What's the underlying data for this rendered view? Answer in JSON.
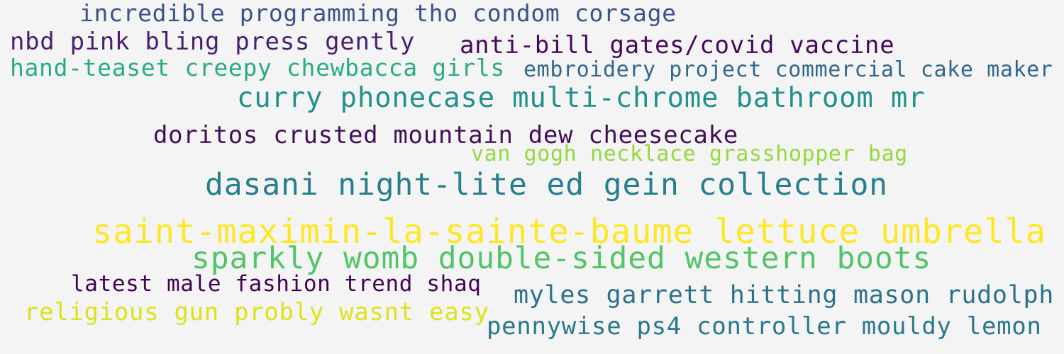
{
  "word_cloud": {
    "phrases": [
      {
        "text": "incredible programming tho condom corsage",
        "color": "#3b528b"
      },
      {
        "text": "nbd pink bling press gently",
        "color": "#482173"
      },
      {
        "text": "anti-bill gates/covid vaccine",
        "color": "#46085c"
      },
      {
        "text": "hand-teaset creepy chewbacca girls",
        "color": "#27ad81"
      },
      {
        "text": "embroidery project commercial cake maker",
        "color": "#31688e"
      },
      {
        "text": "curry phonecase multi-chrome bathroom mr",
        "color": "#21918c"
      },
      {
        "text": "doritos crusted mountain dew cheesecake",
        "color": "#440f58"
      },
      {
        "text": "van gogh necklace grasshopper bag",
        "color": "#95d840"
      },
      {
        "text": "dasani night-lite ed gein collection",
        "color": "#277f8e"
      },
      {
        "text": "saint-maximin-la-sainte-baume lettuce umbrella",
        "color": "#fde725"
      },
      {
        "text": "sparkly womb double-sided western boots",
        "color": "#52c569"
      },
      {
        "text": "latest male fashion trend shaq",
        "color": "#440154"
      },
      {
        "text": "myles garrett hitting mason rudolph",
        "color": "#2c728e"
      },
      {
        "text": "religious gun probly wasnt easy",
        "color": "#dde318"
      },
      {
        "text": "pennywise ps4 controller mouldy lemon",
        "color": "#2a788e"
      }
    ]
  }
}
